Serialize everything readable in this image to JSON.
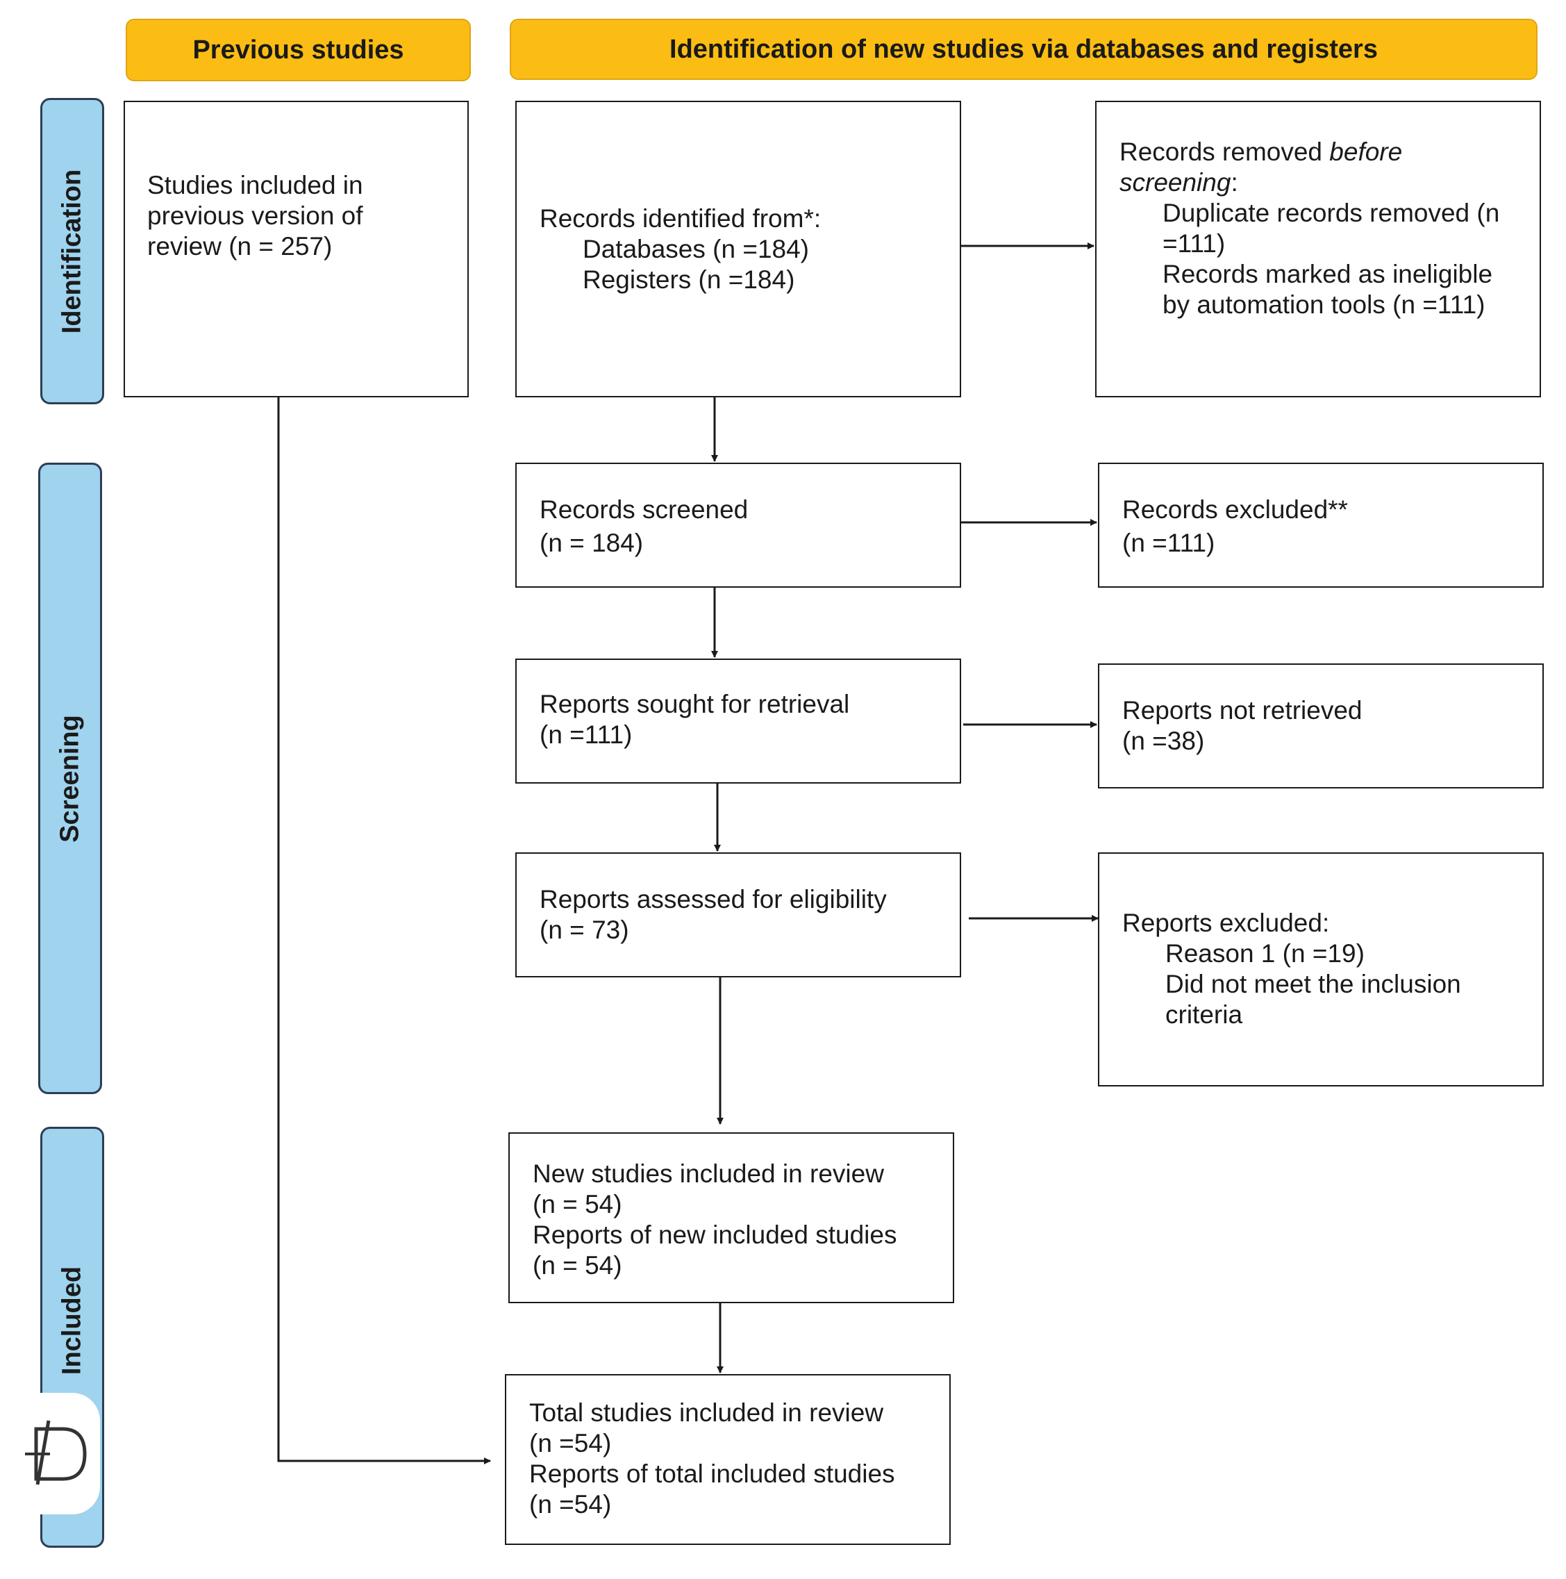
{
  "headers": {
    "previous": "Previous studies",
    "new": "Identification of new studies via databases and registers"
  },
  "stages": {
    "identification": "Identification",
    "screening": "Screening",
    "included": "Included"
  },
  "boxes": {
    "previous_studies": {
      "lines": [
        "Studies included in",
        "previous version of",
        "review (n = 257)"
      ]
    },
    "records_identified": {
      "title": "Records identified from*:",
      "databases": "Databases (n =184)",
      "registers": "Registers (n =184)"
    },
    "records_removed": {
      "title_prefix": "Records removed ",
      "title_italic_1": "before",
      "title_italic_2": "screening",
      "title_suffix": ":",
      "duplicates": "Duplicate records removed (n =111)",
      "ineligible": "Records marked as ineligible by automation tools (n =111)"
    },
    "records_screened": {
      "label": "Records screened",
      "count": "(n = 184)"
    },
    "records_excluded": {
      "label": "Records excluded**",
      "count": "(n =111)"
    },
    "reports_sought": {
      "label": "Reports sought for retrieval",
      "count": "(n =111)"
    },
    "reports_not_retrieved": {
      "label": "Reports not retrieved",
      "count": "(n =38)"
    },
    "reports_assessed": {
      "label": "Reports assessed for eligibility",
      "count": "(n = 73)"
    },
    "reports_excluded": {
      "title": "Reports excluded:",
      "reason1": "Reason 1 (n =19)",
      "reason2": "Did not meet the inclusion criteria"
    },
    "new_included": {
      "studies_label": "New studies included in review",
      "studies_count": "(n = 54)",
      "reports_label": "Reports of new included studies",
      "reports_count": "(n = 54)"
    },
    "total_included": {
      "studies_label": "Total studies included in review",
      "studies_count": "(n =54)",
      "reports_label": "Reports of total included studies",
      "reports_count": "(n =54)"
    }
  },
  "colors": {
    "header_fill": "#fbbd14",
    "stage_fill": "#9fd3ee",
    "stage_border": "#2c3e55",
    "box_border": "#1a1a1a"
  }
}
